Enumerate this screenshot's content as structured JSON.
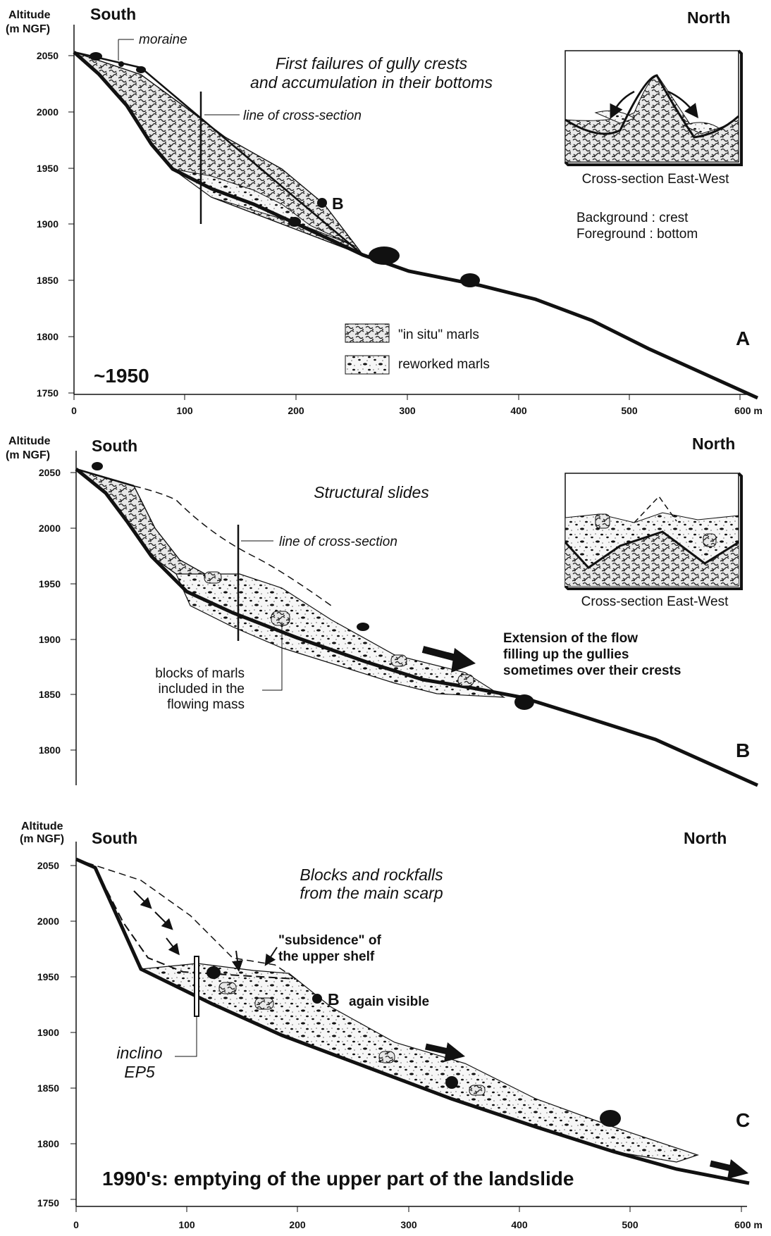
{
  "axis": {
    "y_title_line1": "Altitude",
    "y_title_line2": "(m NGF)",
    "x_unit_label": "600 m"
  },
  "legend": {
    "in_situ": "\"in situ\" marls",
    "reworked": "reworked marls"
  },
  "panels": [
    {
      "id": "A",
      "letter": "A",
      "south": "South",
      "north": "North",
      "title_line1": "First failures of gully crests",
      "title_line2": "and accumulation in their bottoms",
      "moraine": "moraine",
      "cross_section_line": "line of cross-section",
      "point_b": "B",
      "date": "~1950",
      "inset_caption": "Cross-section East-West",
      "inset_note_line1": "Background :  crest",
      "inset_note_line2": "Foreground :  bottom",
      "y_ticks": [
        2050,
        2000,
        1950,
        1900,
        1850,
        1800,
        1750
      ],
      "x_ticks": [
        "0",
        "100",
        "200",
        "300",
        "400",
        "500",
        "600 m"
      ]
    },
    {
      "id": "B",
      "letter": "B",
      "south": "South",
      "north": "North",
      "title_line1": "Structural slides",
      "cross_section_line": "line of cross-section",
      "inset_caption": "Cross-section East-West",
      "blocks_label_line1": "blocks of marls",
      "blocks_label_line2": "included in the",
      "blocks_label_line3": "flowing mass",
      "extension_line1": "Extension of the flow",
      "extension_line2": "filling up the gullies",
      "extension_line3": "sometimes over their crests",
      "y_ticks": [
        2050,
        2000,
        1950,
        1900,
        1850,
        1800
      ]
    },
    {
      "id": "C",
      "letter": "C",
      "south": "South",
      "north": "North",
      "title_line1": "Blocks and rockfalls",
      "title_line2": "from the main scarp",
      "subsidence_line1": "\"subsidence\" of",
      "subsidence_line2": "the upper shelf",
      "point_b": "B",
      "again_visible": "again visible",
      "inclino_line1": "inclino",
      "inclino_line2": "EP5",
      "caption": "1990's: emptying of the upper part of the landslide",
      "y_ticks": [
        2050,
        2000,
        1950,
        1900,
        1850,
        1800,
        1750
      ],
      "x_ticks": [
        "0",
        "100",
        "200",
        "300",
        "400",
        "500",
        "600 m"
      ]
    }
  ]
}
